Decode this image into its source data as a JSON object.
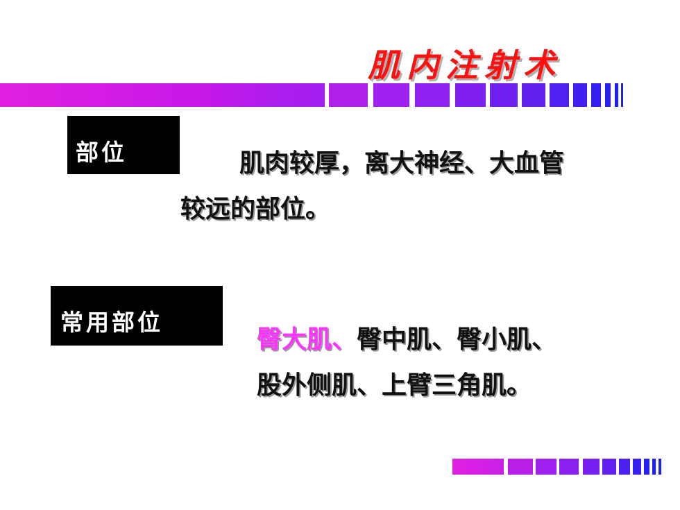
{
  "title": "肌内注射术",
  "section1": {
    "label": "部位",
    "line1": "肌肉较厚，离大神经、大血管",
    "line2": "较远的部位。"
  },
  "section2": {
    "label": "常用部位",
    "highlight": "臀大肌、",
    "line1_rest": "臀中肌、臀小肌、",
    "line2": "股外侧肌、上臂三角肌。"
  },
  "colors": {
    "title": "#ff1010",
    "highlight": "#ff33ff",
    "bar_magenta": "#e020e0",
    "bar_purple": "#8020f0",
    "bar_blue": "#2020f0"
  }
}
